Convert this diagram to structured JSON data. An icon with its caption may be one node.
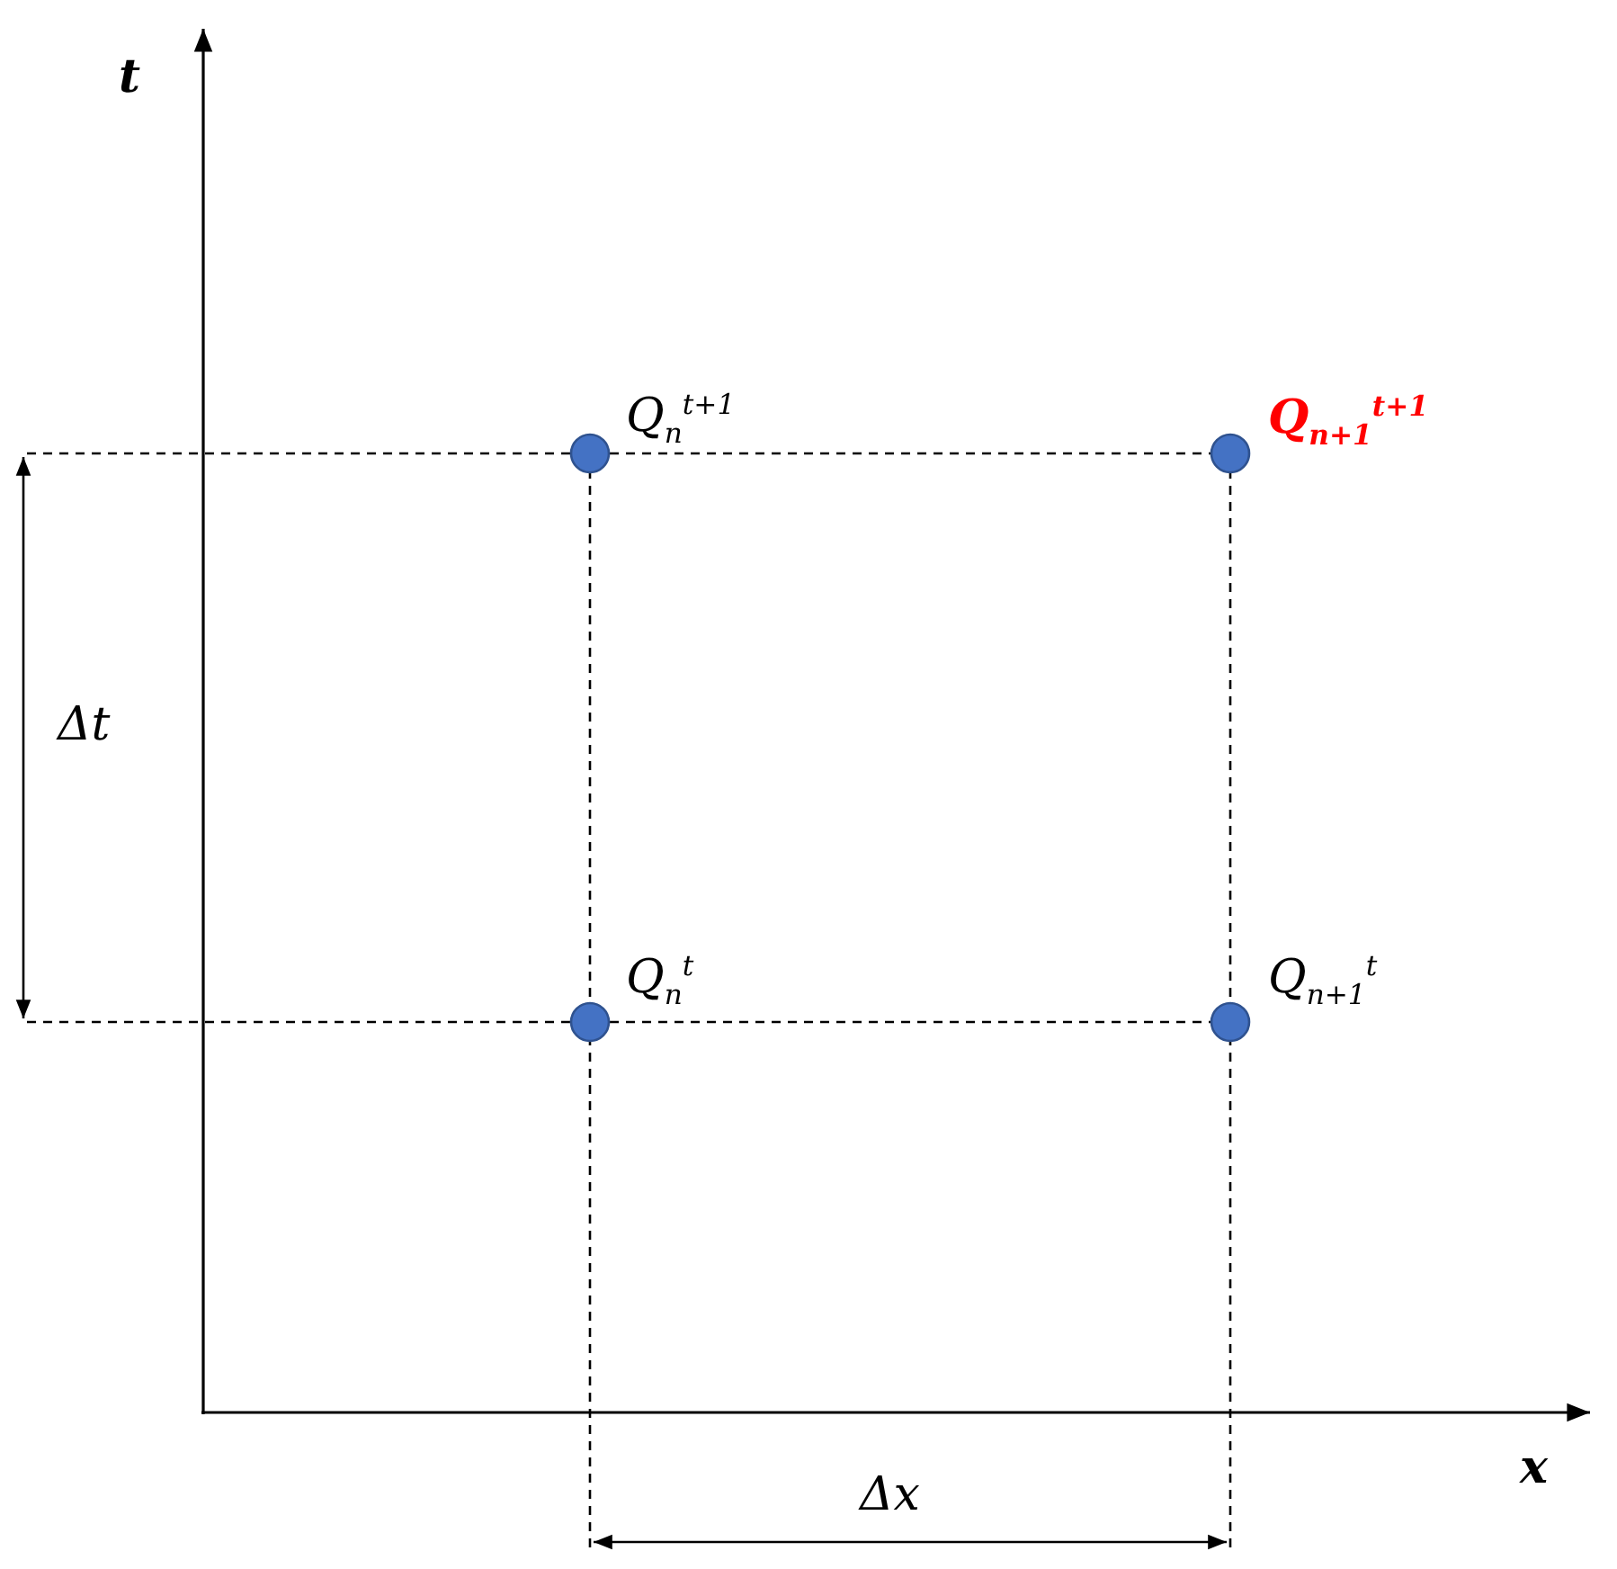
{
  "diagram": {
    "nodes": [
      {
        "text": [],
        "shape": "circle",
        "beside": [
          "Q$_{n}$$^{t+1}$"
        ]
      },
      {
        "text": [],
        "shape": "circle",
        "beside": [
          "Q$_{n+1}$$^{t+1}$"
        ]
      },
      {
        "text": [],
        "shape": "circle",
        "beside": [
          "Q$_{n}$$^{t}$"
        ]
      },
      {
        "text": [],
        "shape": "circle",
        "beside": [
          "Q$_{n+1}$$^{t}$"
        ]
      }
    ],
    "edges": [],
    "labels": [
      "t",
      "Δt",
      "Δx",
      "x"
    ]
  }
}
